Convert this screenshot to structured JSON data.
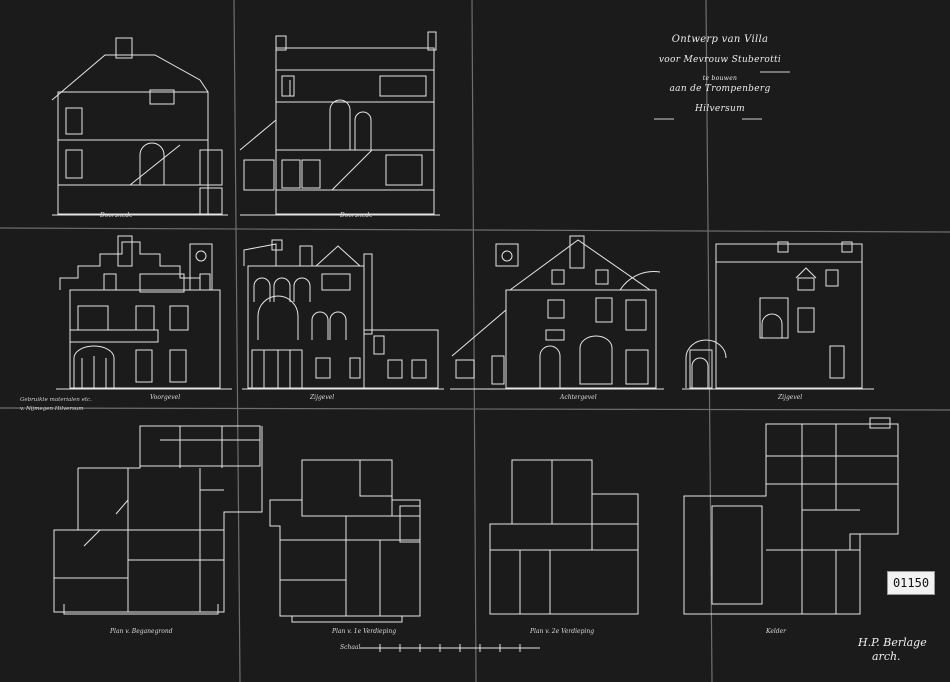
{
  "title_block": {
    "line1": "Ontwerp van Villa",
    "line2": "voor Mevrouw Stuberotti",
    "line3": "te bouwen",
    "line4": "aan de Trompenberg",
    "line5": "Hilversum"
  },
  "labels": {
    "section_1": "Doorsnede",
    "section_2": "Doorsnede",
    "elev_1": "Voorgevel",
    "elev_2": "Zijgevel",
    "elev_3": "Achtergevel",
    "elev_4": "Zijgevel",
    "plan_1": "Plan v. Beganegrond",
    "plan_2": "Plan v. 1e Verdieping",
    "plan_3": "Plan v. 2e Verdieping",
    "plan_4": "Kelder",
    "scale": "Schaal"
  },
  "note": {
    "line1": "Gebruikte materialen etc.",
    "line2": "v. Nijmegen Hilversum"
  },
  "stamp": {
    "number": "01150"
  },
  "signature": {
    "line1": "H.P. Berlage",
    "line2": "arch."
  }
}
